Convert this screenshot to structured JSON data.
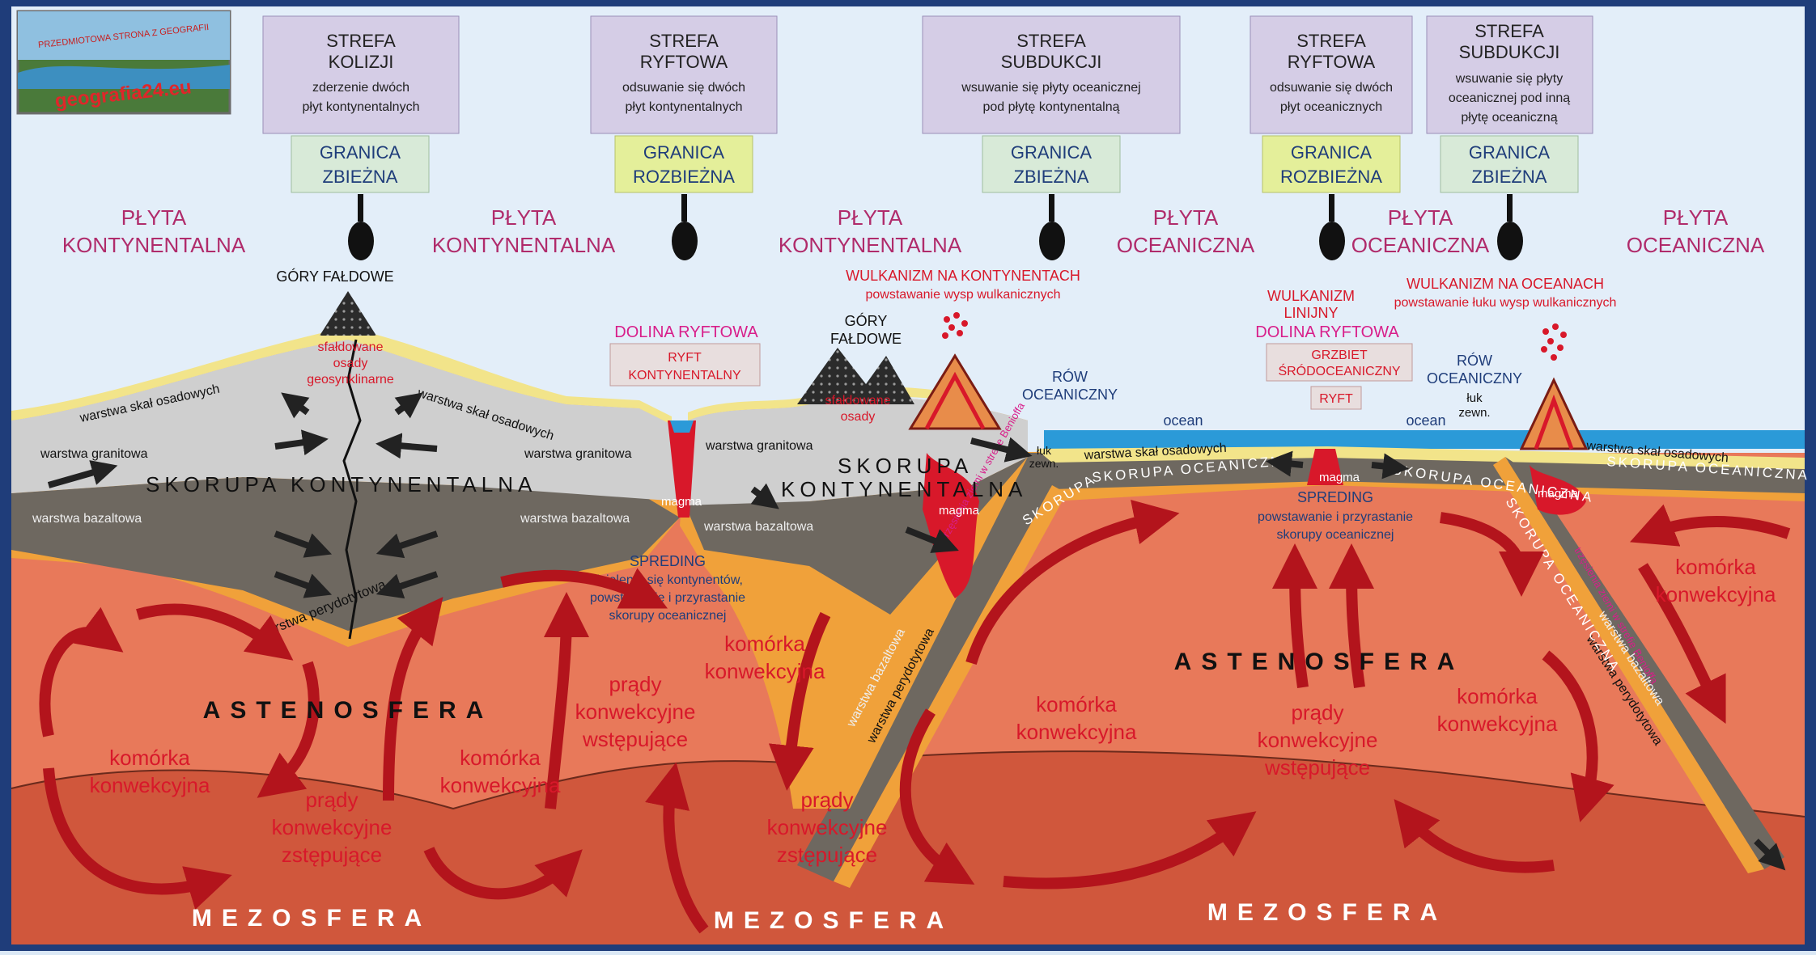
{
  "logo": {
    "line1": "PRZEDMIOTOWA STRONA Z GEOGRAFII",
    "line2": "geografia24.eu"
  },
  "zones": [
    {
      "title1": "STREFA",
      "title2": "KOLIZJI",
      "desc1": "zderzenie dwóch",
      "desc2": "płyt kontynentalnych",
      "desc3": "",
      "boundary1": "GRANICA",
      "boundary2": "ZBIEŻNA"
    },
    {
      "title1": "STREFA",
      "title2": "RYFTOWA",
      "desc1": "odsuwanie się dwóch",
      "desc2": "płyt kontynentalnych",
      "desc3": "",
      "boundary1": "GRANICA",
      "boundary2": "ROZBIEŻNA"
    },
    {
      "title1": "STREFA",
      "title2": "SUBDUKCJI",
      "desc1": "wsuwanie się płyty oceanicznej",
      "desc2": "pod płytę kontynentalną",
      "desc3": "",
      "boundary1": "GRANICA",
      "boundary2": "ZBIEŻNA"
    },
    {
      "title1": "STREFA",
      "title2": "RYFTOWA",
      "desc1": "odsuwanie się dwóch",
      "desc2": "płyt oceanicznych",
      "desc3": "",
      "boundary1": "GRANICA",
      "boundary2": "ROZBIEŻNA"
    },
    {
      "title1": "STREFA",
      "title2": "SUBDUKCJI",
      "desc1": "wsuwanie się płyty",
      "desc2": "oceanicznej pod inną",
      "desc3": "płytę oceaniczną",
      "boundary1": "GRANICA",
      "boundary2": "ZBIEŻNA"
    }
  ],
  "plates": [
    {
      "l1": "PŁYTA",
      "l2": "KONTYNENTALNA"
    },
    {
      "l1": "PŁYTA",
      "l2": "KONTYNENTALNA"
    },
    {
      "l1": "PŁYTA",
      "l2": "KONTYNENTALNA"
    },
    {
      "l1": "PŁYTA",
      "l2": "OCEANICZNA"
    },
    {
      "l1": "PŁYTA",
      "l2": "OCEANICZNA"
    },
    {
      "l1": "PŁYTA",
      "l2": "OCEANICZNA"
    }
  ],
  "labels": {
    "gory_faldowe_1": "GÓRY FAŁDOWE",
    "zfaldowane_1": "sfałdowane",
    "osady_1": "osady",
    "geosynklinarne": "geosynklinarne",
    "warstwa_osadowa_left": "warstwa skał osadowych",
    "warstwa_osadowa_left2": "warstwa skał osadowych",
    "warstwa_granitowa_1": "warstwa granitowa",
    "warstwa_granitowa_2": "warstwa granitowa",
    "warstwa_granitowa_3": "warstwa granitowa",
    "skorupa_kont_1": "SKORUPA KONTYNENTALNA",
    "warstwa_bazaltowa_1": "warstwa bazaltowa",
    "warstwa_bazaltowa_2": "warstwa bazaltowa",
    "warstwa_bazaltowa_3": "warstwa bazaltowa",
    "warstwa_perydotytowa_1": "warstwa perydotytowa",
    "dolina_ryftowa_1": "DOLINA RYFTOWA",
    "ryft_kont_1": "RYFT",
    "ryft_kont_2": "KONTYNENTALNY",
    "magma_1": "magma",
    "spreding_1": "SPREDING",
    "spreding_1_d1": "dzielenie się kontynentów,",
    "spreding_1_d2": "powstawanie i przyrastanie",
    "spreding_1_d3": "skorupy oceanicznej",
    "gory_faldowe_2a": "GÓRY",
    "gory_faldowe_2b": "FAŁDOWE",
    "zfaldowane_2": "sfałdowane",
    "osady_2": "osady",
    "wulk_kont_1": "WULKANIZM NA KONTYNENTACH",
    "wulk_kont_2": "powstawanie wysp wulkanicznych",
    "skorupa_kont_2a": "SKORUPA",
    "skorupa_kont_2b": "KONTYNENTALNA",
    "magma_2": "magma",
    "row_ocean_1a": "RÓW",
    "row_ocean_1b": "OCEANICZNY",
    "luk_zewn_1a": "łuk",
    "luk_zewn_1b": "zewn.",
    "ocean_1": "ocean",
    "ocean_2": "ocean",
    "warstwa_osadowa_mid": "warstwa skał osadowych",
    "skorupa_oceaniczna_1": "SKORUPA OCEANICZNA",
    "skorupa_oceaniczna_2": "SKORUPA OCEANICZNA",
    "skorupa_oceaniczna_3": "SKORUPA",
    "skorupa_oceaniczna_4": "SKORUPA OCEANICZNA",
    "skorupa_oceaniczna_5": "SKORUPA OCEANICZNA",
    "wulk_lin_1": "WULKANIZM",
    "wulk_lin_2": "LINIJNY",
    "dolina_ryftowa_2": "DOLINA RYFTOWA",
    "grzbiet_1": "GRZBIET",
    "grzbiet_2": "ŚRÓDOCEANICZNY",
    "ryft_2": "RYFT",
    "magma_3": "magma",
    "spreding_2": "SPREDING",
    "spreding_2_d1": "powstawanie i przyrastanie",
    "spreding_2_d2": "skorupy oceanicznej",
    "wulk_ocean_1": "WULKANIZM NA OCEANACH",
    "wulk_ocean_2": "powstawanie łuku wysp wulkanicznych",
    "row_ocean_2a": "RÓW",
    "row_ocean_2b": "OCEANICZNY",
    "luk_zewn_2a": "łuk",
    "luk_zewn_2b": "zewn.",
    "warstwa_osadowa_right": "warstwa skał osadowych",
    "magma_4": "magma",
    "trzesienia_1": "trzęsienia ziemi w strefie Benioffa",
    "trzesienia_2": "trzęsienia ziemi w strefie Benioffa",
    "slab1_bazalt": "warstwa bazaltowa",
    "slab1_peryd": "warstwa perydotytowa",
    "slab2_bazalt": "warstwa bazaltowa",
    "slab2_peryd": "warstwa perydotytowa",
    "astenosfera_1": "ASTENOSFERA",
    "astenosfera_2": "ASTENOSFERA",
    "mezosfera_1": "MEZOSFERA",
    "mezosfera_2": "MEZOSFERA",
    "mezosfera_3": "MEZOSFERA",
    "komorka_1a": "komórka",
    "komorka_1b": "konwekcyjna",
    "komorka_2a": "komórka",
    "komorka_2b": "konwekcyjna",
    "komorka_3a": "komórka",
    "komorka_3b": "konwekcyjna",
    "komorka_4a": "komórka",
    "komorka_4b": "konwekcyjna",
    "komorka_5a": "komórka",
    "komorka_5b": "konwekcyjna",
    "komorka_6a": "komórka",
    "komorka_6b": "konwekcyjna",
    "prady_z_1a": "prądy",
    "prady_z_1b": "konwekcyjne",
    "prady_z_1c": "zstępujące",
    "prady_w_1a": "prądy",
    "prady_w_1b": "konwekcyjne",
    "prady_w_1c": "wstępujące",
    "prady_z_2a": "prądy",
    "prady_z_2b": "konwekcyjne",
    "prady_z_2c": "zstępujące",
    "prady_w_2a": "prądy",
    "prady_w_2b": "konwekcyjne",
    "prady_w_2c": "wstępujące"
  },
  "colors": {
    "frame": "#1f3d7a",
    "sky": "#e3eef9",
    "zone_box": "#d5cde6",
    "boundary_conv": "#d8ead8",
    "boundary_div": "#e4ef9a",
    "plate_label": "#b02b6b",
    "red_label": "#d8182a",
    "asthenosphere": "#e8795a",
    "mesosphere": "#d0573c",
    "granite": "#cfcfcf",
    "basalt": "#6e6860",
    "sediment": "#f2e48a",
    "ocean": "#2b9ad8",
    "arrow": "#b3141c"
  }
}
